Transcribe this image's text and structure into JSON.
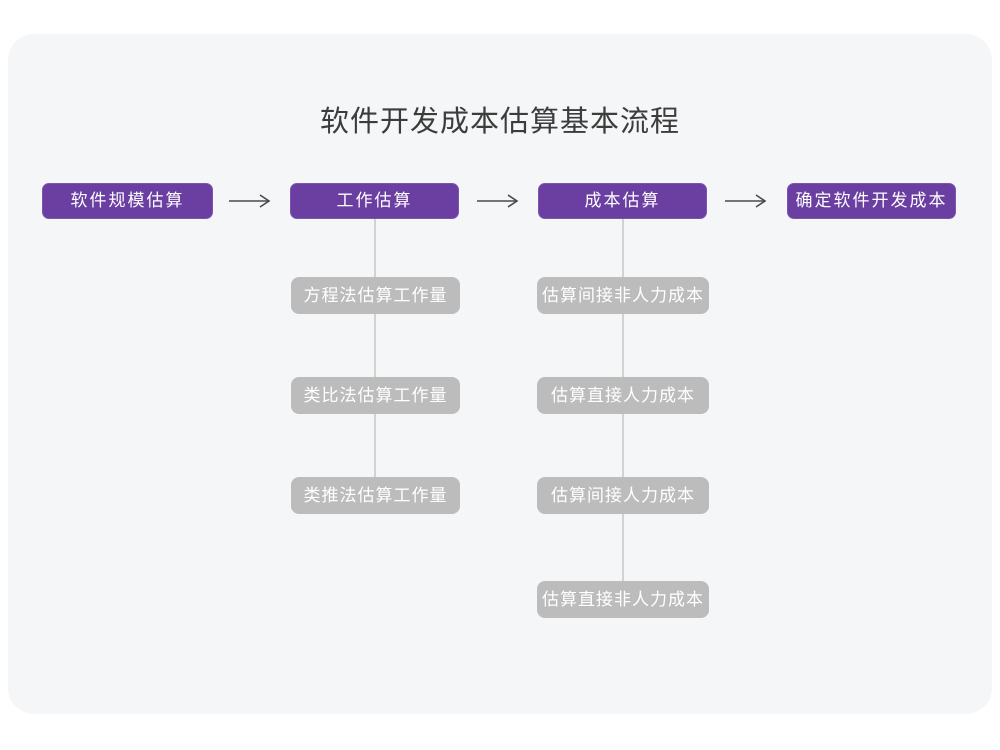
{
  "title": "软件开发成本估算基本流程",
  "colors": {
    "primary": "#6B3EA2",
    "secondary": "#BCBCBC",
    "connector": "#D2D2D2",
    "arrow": "#4A4A4A",
    "title_text": "#3C3C3C",
    "box_text": "#FFFFFF",
    "panel_bg": "#F5F6F7",
    "page_bg": "#FFFFFF"
  },
  "flow": {
    "main_steps": [
      {
        "label": "软件规模估算"
      },
      {
        "label": "工作估算"
      },
      {
        "label": "成本估算"
      },
      {
        "label": "确定软件开发成本"
      }
    ],
    "work_estimation_methods": [
      {
        "label": "方程法估算工作量"
      },
      {
        "label": "类比法估算工作量"
      },
      {
        "label": "类推法估算工作量"
      }
    ],
    "cost_estimation_steps": [
      {
        "label": "估算间接非人力成本"
      },
      {
        "label": "估算直接人力成本"
      },
      {
        "label": "估算间接人力成本"
      },
      {
        "label": "估算直接非人力成本"
      }
    ]
  }
}
